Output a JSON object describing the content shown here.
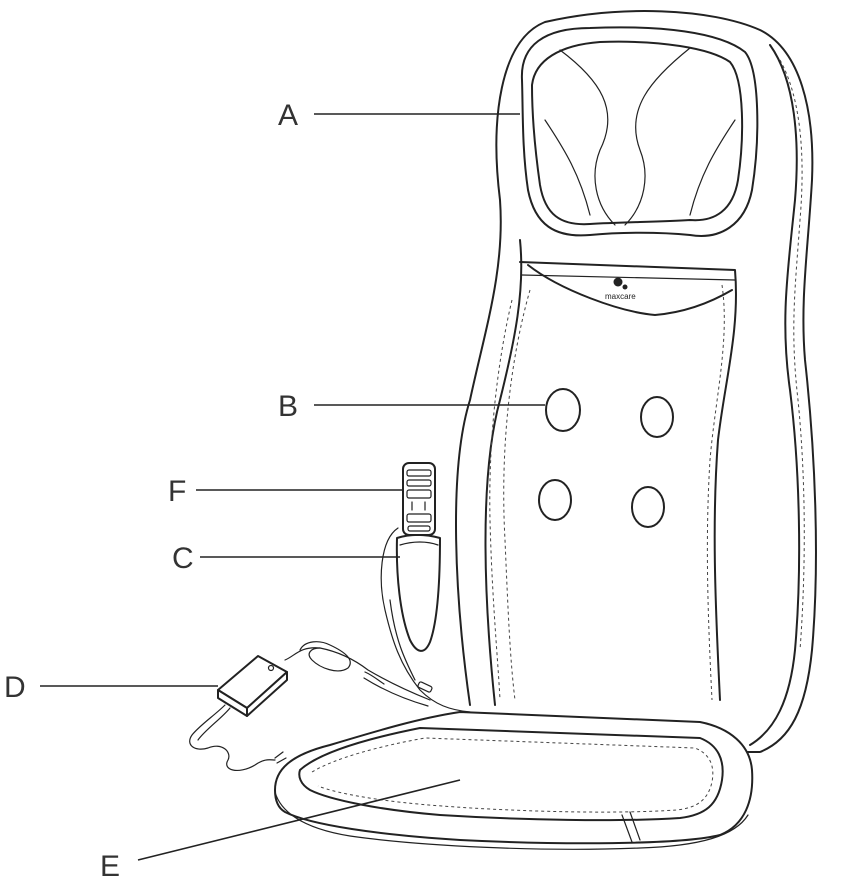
{
  "brand": {
    "logo_text": "maxcare"
  },
  "callouts": [
    {
      "id": "A",
      "label": "A"
    },
    {
      "id": "B",
      "label": "B"
    },
    {
      "id": "C",
      "label": "C"
    },
    {
      "id": "D",
      "label": "D"
    },
    {
      "id": "E",
      "label": "E"
    },
    {
      "id": "F",
      "label": "F"
    }
  ]
}
